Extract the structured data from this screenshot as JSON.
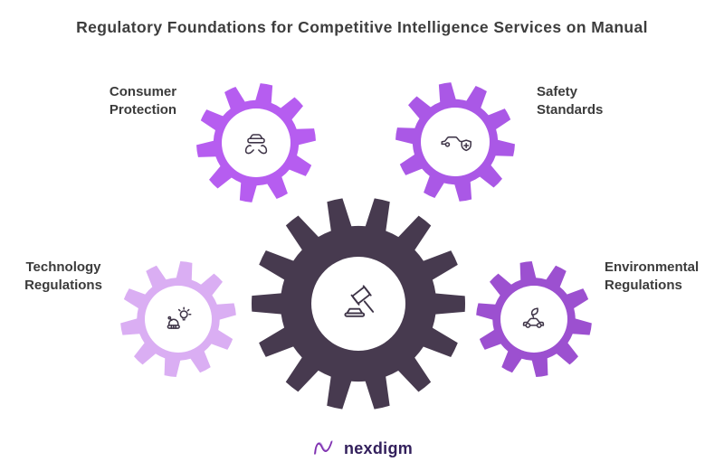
{
  "title": "Regulatory Foundations for Competitive Intelligence Services on Manual",
  "diagram": {
    "center_gear": {
      "icon": "gavel-icon",
      "color": "#473a4f"
    },
    "items": [
      {
        "label": "Consumer Protection",
        "icon": "hands-holding-car-icon",
        "gear_color": "#b65df0",
        "position": "top-left"
      },
      {
        "label": "Safety Standards",
        "icon": "car-shield-icon",
        "gear_color": "#aa58e6",
        "position": "top-right"
      },
      {
        "label": "Technology Regulations",
        "icon": "robot-innovation-icon",
        "gear_color": "#daaef3",
        "position": "left"
      },
      {
        "label": "Environmental Regulations",
        "icon": "eco-car-icon",
        "gear_color": "#9c50d0",
        "position": "right"
      }
    ]
  },
  "logo": {
    "brand": "nexdigm",
    "icon": "nexdigm-wave-icon",
    "icon_color_light": "#c2a0e6",
    "icon_color_dark": "#7e2fae",
    "text_color": "#33205c"
  },
  "colors": {
    "background": "#ffffff",
    "title_text": "#3d3d3d",
    "label_text": "#3b3b3b",
    "icon_stroke": "#3f3548"
  }
}
